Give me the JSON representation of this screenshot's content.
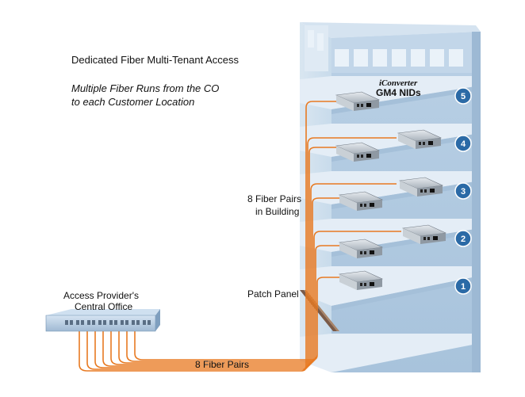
{
  "heading": "Dedicated Fiber Multi-Tenant Access",
  "subtitle_line1": "Multiple Fiber Runs from the CO",
  "subtitle_line2": "to each Customer Location",
  "iconverter": {
    "brand": "iConverter",
    "model": "GM4 NIDs"
  },
  "building_label_line1": "8 Fiber Pairs",
  "building_label_line2": "in Building",
  "patch_panel_label": "Patch Panel",
  "central_office_line1": "Access Provider's",
  "central_office_line2": "Central Office",
  "bottom_label": "8 Fiber Pairs",
  "floors": [
    "5",
    "4",
    "3",
    "2",
    "1"
  ],
  "colors": {
    "fiber": "#e87a22",
    "building": "#c5d9ea",
    "floor_badge": "#2b6aa6",
    "device": "#b8c0c8"
  },
  "icons": [
    "building",
    "patch-panel",
    "central-office-switch",
    "nid-device"
  ]
}
